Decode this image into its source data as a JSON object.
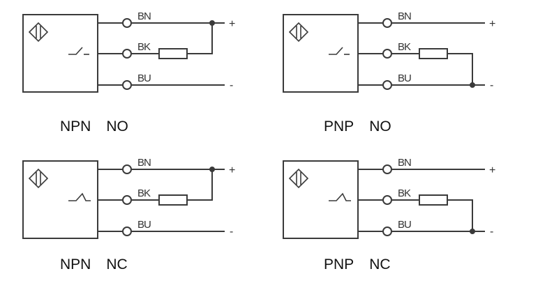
{
  "diagrams": [
    {
      "output": "NPN",
      "contact": "NO",
      "wires": [
        "BN",
        "BK",
        "BU"
      ],
      "terminals": [
        "+",
        "-"
      ]
    },
    {
      "output": "PNP",
      "contact": "NO",
      "wires": [
        "BN",
        "BK",
        "BU"
      ],
      "terminals": [
        "+",
        "-"
      ]
    },
    {
      "output": "NPN",
      "contact": "NC",
      "wires": [
        "BN",
        "BK",
        "BU"
      ],
      "terminals": [
        "+",
        "-"
      ]
    },
    {
      "output": "PNP",
      "contact": "NC",
      "wires": [
        "BN",
        "BK",
        "BU"
      ],
      "terminals": [
        "+",
        "-"
      ]
    }
  ],
  "line_color": "#3a3a3a"
}
